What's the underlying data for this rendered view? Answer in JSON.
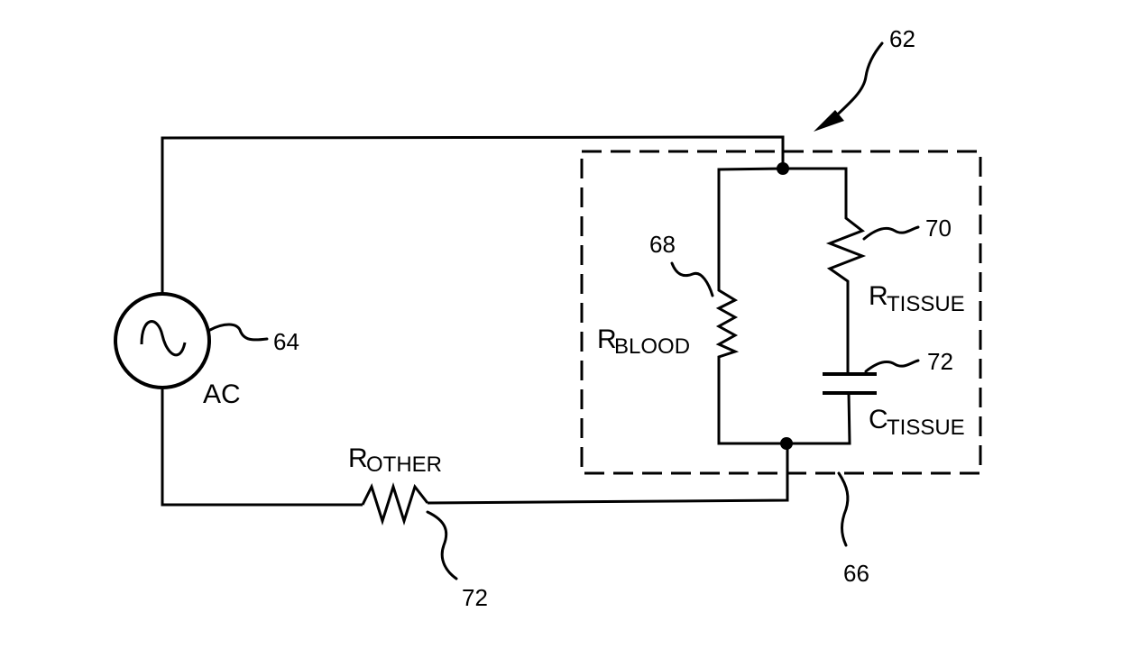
{
  "figure": {
    "type": "circuit-schematic",
    "reference_numerals": {
      "assembly": "62",
      "ac_source": "64",
      "tissue_box": "66",
      "r_blood": "68",
      "r_tissue": "70",
      "c_tissue": "72",
      "r_other": "72"
    },
    "components": {
      "ac_source": {
        "label": "AC",
        "symbol": "sine-wave-icon"
      },
      "r_blood": {
        "main": "R",
        "subscript": "BLOOD"
      },
      "r_tissue": {
        "main": "R",
        "subscript": "TISSUE"
      },
      "c_tissue": {
        "main": "C",
        "subscript": "TISSUE"
      },
      "r_other": {
        "main": "R",
        "subscript": "OTHER"
      }
    }
  }
}
